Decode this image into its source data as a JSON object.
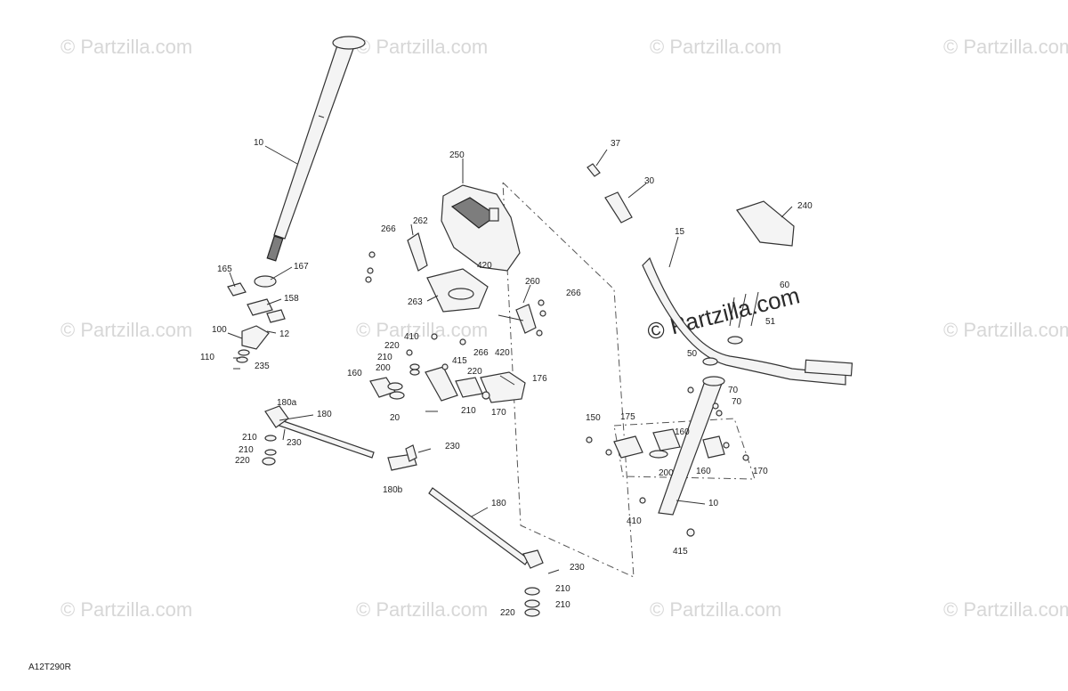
{
  "diagram": {
    "code": "A12T290R",
    "watermark": "© Partzilla.com",
    "watermark_center": "© Partzilla.com",
    "labels": [
      {
        "id": "l10a",
        "text": "10"
      },
      {
        "id": "l165",
        "text": "165"
      },
      {
        "id": "l167",
        "text": "167"
      },
      {
        "id": "l158",
        "text": "158"
      },
      {
        "id": "l100",
        "text": "100"
      },
      {
        "id": "l12",
        "text": "12"
      },
      {
        "id": "l110",
        "text": "110"
      },
      {
        "id": "l235",
        "text": "235"
      },
      {
        "id": "l250",
        "text": "250"
      },
      {
        "id": "l262",
        "text": "262"
      },
      {
        "id": "l266a",
        "text": "266"
      },
      {
        "id": "l420a",
        "text": "420"
      },
      {
        "id": "l260",
        "text": "260"
      },
      {
        "id": "l266b",
        "text": "266"
      },
      {
        "id": "l263",
        "text": "263"
      },
      {
        "id": "l410a",
        "text": "410"
      },
      {
        "id": "l266c",
        "text": "266"
      },
      {
        "id": "l420b",
        "text": "420"
      },
      {
        "id": "l220a",
        "text": "220"
      },
      {
        "id": "l210a",
        "text": "210"
      },
      {
        "id": "l200a",
        "text": "200"
      },
      {
        "id": "l415a",
        "text": "415"
      },
      {
        "id": "l220b",
        "text": "220"
      },
      {
        "id": "l160a",
        "text": "160"
      },
      {
        "id": "l176",
        "text": "176"
      },
      {
        "id": "l210b",
        "text": "210"
      },
      {
        "id": "l170a",
        "text": "170"
      },
      {
        "id": "l20",
        "text": "20"
      },
      {
        "id": "l180a",
        "text": "180a"
      },
      {
        "id": "l180b",
        "text": "180"
      },
      {
        "id": "l210c",
        "text": "210"
      },
      {
        "id": "l230a",
        "text": "230"
      },
      {
        "id": "l210d",
        "text": "210"
      },
      {
        "id": "l220c",
        "text": "220"
      },
      {
        "id": "l230b",
        "text": "230"
      },
      {
        "id": "l180c",
        "text": "180b"
      },
      {
        "id": "l180d",
        "text": "180"
      },
      {
        "id": "l230c",
        "text": "230"
      },
      {
        "id": "l210e",
        "text": "210"
      },
      {
        "id": "l220d",
        "text": "220"
      },
      {
        "id": "l210f",
        "text": "210"
      },
      {
        "id": "l37",
        "text": "37"
      },
      {
        "id": "l30",
        "text": "30"
      },
      {
        "id": "l240",
        "text": "240"
      },
      {
        "id": "l15",
        "text": "15"
      },
      {
        "id": "l60",
        "text": "60"
      },
      {
        "id": "l51",
        "text": "51"
      },
      {
        "id": "l50",
        "text": "50"
      },
      {
        "id": "l70a",
        "text": "70"
      },
      {
        "id": "l70b",
        "text": "70"
      },
      {
        "id": "l150",
        "text": "150"
      },
      {
        "id": "l175",
        "text": "175"
      },
      {
        "id": "l160b",
        "text": "160"
      },
      {
        "id": "l200b",
        "text": "200"
      },
      {
        "id": "l160c",
        "text": "160"
      },
      {
        "id": "l170b",
        "text": "170"
      },
      {
        "id": "l10b",
        "text": "10"
      },
      {
        "id": "l410b",
        "text": "410"
      },
      {
        "id": "l415b",
        "text": "415"
      }
    ]
  }
}
